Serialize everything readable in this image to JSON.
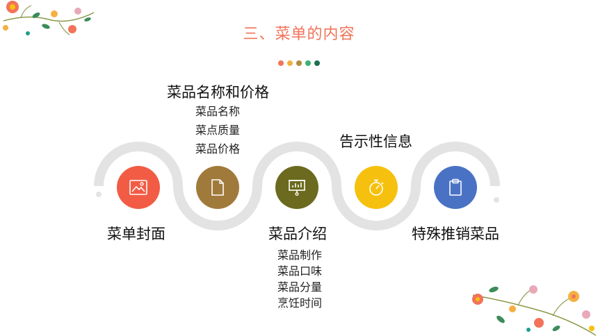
{
  "title": "三、菜单的内容",
  "dots": [
    "#F2735A",
    "#F5B041",
    "#B38A3E",
    "#3CB371",
    "#1F6F50"
  ],
  "steps": [
    {
      "heading": "菜单封面",
      "items": [],
      "color": "#F25C45",
      "icon": "image-icon"
    },
    {
      "heading": "菜品名称和价格",
      "items": [
        "菜品名称",
        "菜点质量",
        "菜品价格"
      ],
      "color": "#A07A3A",
      "icon": "document-icon"
    },
    {
      "heading": "菜品介绍",
      "items": [
        "菜品制作",
        "菜品口味",
        "菜品分量",
        "烹饪时间"
      ],
      "color": "#6B6A1E",
      "icon": "presentation-icon"
    },
    {
      "heading": "告示性信息",
      "items": [],
      "color": "#F6C10E",
      "icon": "stopwatch-icon"
    },
    {
      "heading": "特殊推销菜品",
      "items": [],
      "color": "#4A72C4",
      "icon": "clipboard-icon"
    }
  ],
  "track_color": "#E3E3E3"
}
